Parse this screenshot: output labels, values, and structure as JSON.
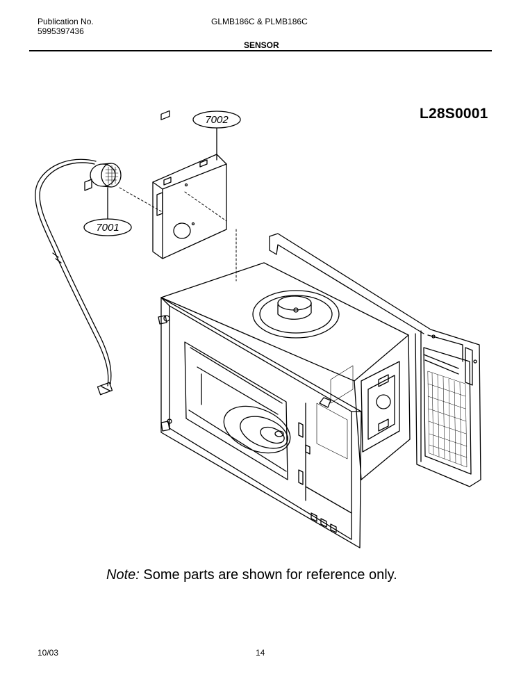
{
  "header": {
    "publication_label": "Publication No.",
    "publication_number": "5995397436",
    "models": "GLMB186C & PLMB186C",
    "section_title": "SENSOR"
  },
  "diagram": {
    "figure_code": "L28S0001",
    "callouts": [
      "7002",
      "7001"
    ]
  },
  "note": {
    "prefix": "Note:",
    "text": "Some parts are shown for reference only."
  },
  "footer": {
    "date": "10/03",
    "page_number": "14"
  }
}
